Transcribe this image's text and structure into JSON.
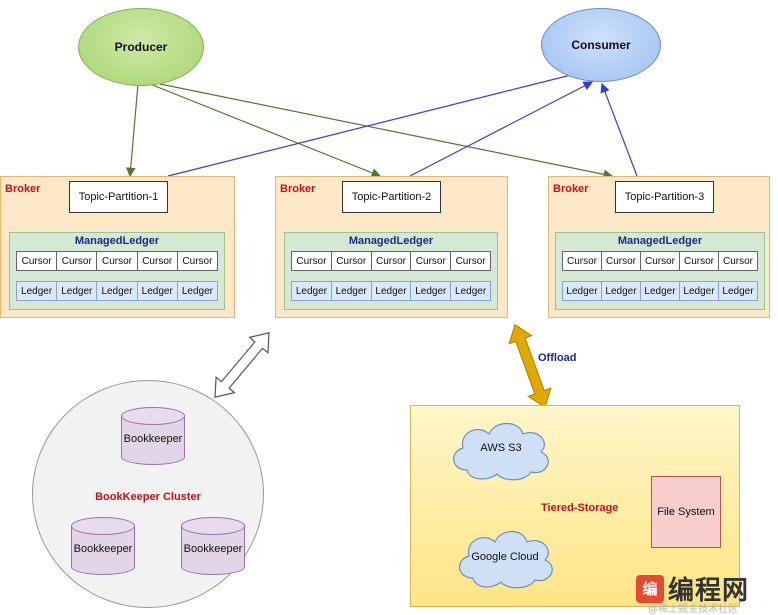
{
  "producer": {
    "label": "Producer"
  },
  "consumer": {
    "label": "Consumer"
  },
  "brokers": [
    {
      "label": "Broker",
      "topic": "Topic-Partition-1",
      "managed_ledger": "ManagedLedger",
      "cursors": [
        "Cursor",
        "Cursor",
        "Cursor",
        "Cursor",
        "Cursor"
      ],
      "ledgers": [
        "Ledger",
        "Ledger",
        "Ledger",
        "Ledger",
        "Ledger"
      ]
    },
    {
      "label": "Broker",
      "topic": "Topic-Partition-2",
      "managed_ledger": "ManagedLedger",
      "cursors": [
        "Cursor",
        "Cursor",
        "Cursor",
        "Cursor",
        "Cursor"
      ],
      "ledgers": [
        "Ledger",
        "Ledger",
        "Ledger",
        "Ledger",
        "Ledger"
      ]
    },
    {
      "label": "Broker",
      "topic": "Topic-Partition-3",
      "managed_ledger": "ManagedLedger",
      "cursors": [
        "Cursor",
        "Cursor",
        "Cursor",
        "Cursor",
        "Cursor"
      ],
      "ledgers": [
        "Ledger",
        "Ledger",
        "Ledger",
        "Ledger",
        "Ledger"
      ]
    }
  ],
  "bookkeeper_cluster": {
    "label": "BookKeeper Cluster",
    "nodes": [
      "Bookkeeper",
      "Bookkeeper",
      "Bookkeeper"
    ]
  },
  "offload": {
    "label": "Offload"
  },
  "tiered_storage": {
    "label": "Tiered-Storage",
    "aws": "AWS S3",
    "google": "Google Cloud",
    "fs": "File System"
  },
  "watermark": {
    "logo": "编",
    "text": "编程网",
    "sub": "@稀土掘金技术社区"
  },
  "colors": {
    "producer_edge": "#4e7a2c",
    "consumer_edge": "#3b3bd6",
    "broker_fill": "#fce8c6",
    "ledger_fill": "#dae8fc",
    "managed_ledger_fill": "#d5e8d4",
    "offload_arrow": "#e0a800"
  }
}
